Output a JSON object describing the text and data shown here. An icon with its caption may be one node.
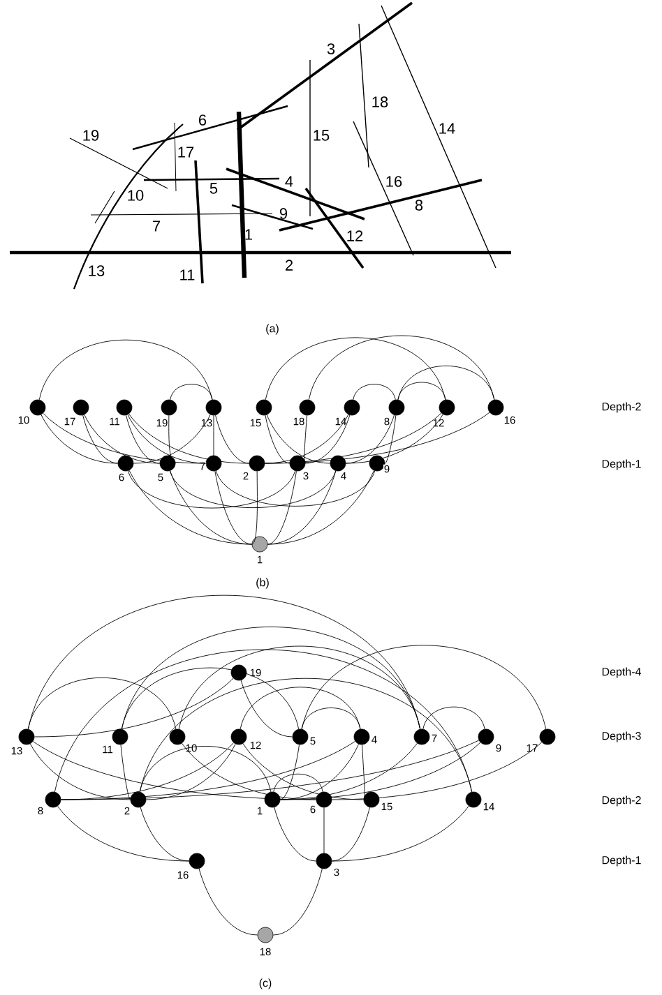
{
  "diagram": {
    "nodes": [
      {
        "text": [],
        "shape": "circle",
        "beside": [
          "10"
        ]
      },
      {
        "text": [],
        "shape": "circle",
        "beside": [
          "17"
        ]
      },
      {
        "text": [],
        "shape": "circle",
        "beside": [
          "11"
        ]
      },
      {
        "text": [],
        "shape": "circle",
        "beside": [
          "19"
        ]
      },
      {
        "text": [],
        "shape": "circle",
        "beside": [
          "13"
        ]
      },
      {
        "text": [],
        "shape": "circle",
        "beside": [
          "15"
        ]
      },
      {
        "text": [],
        "shape": "circle",
        "beside": [
          "18"
        ]
      },
      {
        "text": [],
        "shape": "circle",
        "beside": [
          "14"
        ]
      },
      {
        "text": [],
        "shape": "circle",
        "beside": [
          "8"
        ]
      },
      {
        "text": [],
        "shape": "circle",
        "beside": [
          "12"
        ]
      },
      {
        "text": [],
        "shape": "circle",
        "beside": [
          "16"
        ]
      },
      {
        "text": [],
        "shape": "circle",
        "beside": [
          "6"
        ]
      },
      {
        "text": [],
        "shape": "circle",
        "beside": [
          "5"
        ]
      },
      {
        "text": [],
        "shape": "circle",
        "beside": [
          "7"
        ]
      },
      {
        "text": [],
        "shape": "circle",
        "beside": [
          "2"
        ]
      },
      {
        "text": [],
        "shape": "circle",
        "beside": [
          "3"
        ]
      },
      {
        "text": [],
        "shape": "circle",
        "beside": [
          "4"
        ]
      },
      {
        "text": [],
        "shape": "circle",
        "beside": [
          "9"
        ]
      },
      {
        "text": [],
        "shape": "circle",
        "beside": [
          "1"
        ]
      },
      {
        "text": [],
        "shape": "circle",
        "beside": [
          "19"
        ]
      },
      {
        "text": [],
        "shape": "circle",
        "beside": [
          "13"
        ]
      },
      {
        "text": [],
        "shape": "circle",
        "beside": [
          "11"
        ]
      },
      {
        "text": [],
        "shape": "circle",
        "beside": [
          "10"
        ]
      },
      {
        "text": [],
        "shape": "circle",
        "beside": [
          "12"
        ]
      },
      {
        "text": [],
        "shape": "circle",
        "beside": [
          "5"
        ]
      },
      {
        "text": [],
        "shape": "circle",
        "beside": [
          "4"
        ]
      },
      {
        "text": [],
        "shape": "circle",
        "beside": [
          "7"
        ]
      },
      {
        "text": [],
        "shape": "circle",
        "beside": [
          "9"
        ]
      },
      {
        "text": [],
        "shape": "circle",
        "beside": [
          "17"
        ]
      },
      {
        "text": [],
        "shape": "circle",
        "beside": [
          "8"
        ]
      },
      {
        "text": [],
        "shape": "circle",
        "beside": [
          "2"
        ]
      },
      {
        "text": [],
        "shape": "circle",
        "beside": [
          "1"
        ]
      },
      {
        "text": [],
        "shape": "circle",
        "beside": [
          "6"
        ]
      },
      {
        "text": [],
        "shape": "circle",
        "beside": [
          "15"
        ]
      },
      {
        "text": [],
        "shape": "circle",
        "beside": [
          "14"
        ]
      },
      {
        "text": [],
        "shape": "circle",
        "beside": [
          "16"
        ]
      },
      {
        "text": [],
        "shape": "circle",
        "beside": [
          "3"
        ]
      },
      {
        "text": [],
        "shape": "circle",
        "beside": [
          "18"
        ]
      }
    ],
    "edges": [
      {
        "from": 18,
        "to": 14,
        "arrow": "none"
      },
      {
        "from": 18,
        "to": 15,
        "arrow": "none"
      },
      {
        "from": 18,
        "to": 16,
        "arrow": "none"
      },
      {
        "from": 18,
        "to": 12,
        "arrow": "none"
      },
      {
        "from": 18,
        "to": 11,
        "arrow": "none"
      },
      {
        "from": 18,
        "to": 13,
        "arrow": "none"
      },
      {
        "from": 18,
        "to": 17,
        "arrow": "none"
      },
      {
        "from": 14,
        "to": 4,
        "arrow": "none"
      },
      {
        "from": 14,
        "to": 2,
        "arrow": "none"
      },
      {
        "from": 14,
        "to": 9,
        "arrow": "none"
      },
      {
        "from": 14,
        "to": 10,
        "arrow": "none"
      },
      {
        "from": 14,
        "to": 7,
        "arrow": "none"
      },
      {
        "from": 15,
        "to": 11,
        "arrow": "none"
      },
      {
        "from": 15,
        "to": 5,
        "arrow": "none"
      },
      {
        "from": 15,
        "to": 6,
        "arrow": "none"
      },
      {
        "from": 15,
        "to": 7,
        "arrow": "none"
      },
      {
        "from": 16,
        "to": 12,
        "arrow": "none"
      },
      {
        "from": 16,
        "to": 5,
        "arrow": "none"
      },
      {
        "from": 16,
        "to": 9,
        "arrow": "none"
      },
      {
        "from": 16,
        "to": 8,
        "arrow": "none"
      },
      {
        "from": 12,
        "to": 1,
        "arrow": "none"
      },
      {
        "from": 12,
        "to": 2,
        "arrow": "none"
      },
      {
        "from": 12,
        "to": 3,
        "arrow": "none"
      },
      {
        "from": 11,
        "to": 0,
        "arrow": "none"
      },
      {
        "from": 11,
        "to": 1,
        "arrow": "none"
      },
      {
        "from": 11,
        "to": 4,
        "arrow": "none"
      },
      {
        "from": 13,
        "to": 4,
        "arrow": "none"
      },
      {
        "from": 13,
        "to": 2,
        "arrow": "none"
      },
      {
        "from": 13,
        "to": 17,
        "arrow": "none"
      },
      {
        "from": 13,
        "to": 0,
        "arrow": "none"
      },
      {
        "from": 8,
        "to": 9,
        "arrow": "none"
      },
      {
        "from": 8,
        "to": 10,
        "arrow": "none"
      },
      {
        "from": 8,
        "to": 7,
        "arrow": "none"
      },
      {
        "from": 8,
        "to": 17,
        "arrow": "none"
      },
      {
        "from": 9,
        "to": 5,
        "arrow": "none"
      },
      {
        "from": 4,
        "to": 0,
        "arrow": "none"
      },
      {
        "from": 4,
        "to": 3,
        "arrow": "none"
      },
      {
        "from": 10,
        "to": 6,
        "arrow": "none"
      },
      {
        "from": 31,
        "to": 30,
        "arrow": "none"
      },
      {
        "from": 31,
        "to": 36,
        "arrow": "none"
      },
      {
        "from": 31,
        "to": 25,
        "arrow": "none"
      },
      {
        "from": 31,
        "to": 24,
        "arrow": "none"
      },
      {
        "from": 31,
        "to": 32,
        "arrow": "none"
      },
      {
        "from": 31,
        "to": 26,
        "arrow": "none"
      },
      {
        "from": 31,
        "to": 27,
        "arrow": "none"
      },
      {
        "from": 30,
        "to": 20,
        "arrow": "none"
      },
      {
        "from": 30,
        "to": 21,
        "arrow": "none"
      },
      {
        "from": 30,
        "to": 23,
        "arrow": "none"
      },
      {
        "from": 30,
        "to": 35,
        "arrow": "none"
      },
      {
        "from": 30,
        "to": 34,
        "arrow": "none"
      },
      {
        "from": 36,
        "to": 32,
        "arrow": "none"
      },
      {
        "from": 36,
        "to": 33,
        "arrow": "none"
      },
      {
        "from": 36,
        "to": 37,
        "arrow": "none"
      },
      {
        "from": 36,
        "to": 34,
        "arrow": "none"
      },
      {
        "from": 25,
        "to": 24,
        "arrow": "none"
      },
      {
        "from": 25,
        "to": 33,
        "arrow": "none"
      },
      {
        "from": 25,
        "to": 23,
        "arrow": "none"
      },
      {
        "from": 25,
        "to": 29,
        "arrow": "none"
      },
      {
        "from": 24,
        "to": 28,
        "arrow": "none"
      },
      {
        "from": 24,
        "to": 21,
        "arrow": "none"
      },
      {
        "from": 24,
        "to": 19,
        "arrow": "none"
      },
      {
        "from": 32,
        "to": 22,
        "arrow": "none"
      },
      {
        "from": 32,
        "to": 28,
        "arrow": "none"
      },
      {
        "from": 32,
        "to": 20,
        "arrow": "none"
      },
      {
        "from": 26,
        "to": 20,
        "arrow": "none"
      },
      {
        "from": 26,
        "to": 21,
        "arrow": "none"
      },
      {
        "from": 26,
        "to": 27,
        "arrow": "none"
      },
      {
        "from": 26,
        "to": 22,
        "arrow": "none"
      },
      {
        "from": 29,
        "to": 23,
        "arrow": "none"
      },
      {
        "from": 29,
        "to": 35,
        "arrow": "none"
      },
      {
        "from": 29,
        "to": 34,
        "arrow": "none"
      },
      {
        "from": 29,
        "to": 27,
        "arrow": "none"
      },
      {
        "from": 23,
        "to": 33,
        "arrow": "none"
      },
      {
        "from": 20,
        "to": 22,
        "arrow": "none"
      },
      {
        "from": 20,
        "to": 19,
        "arrow": "none"
      },
      {
        "from": 35,
        "to": 37,
        "arrow": "none"
      }
    ],
    "labels": [
      "3",
      "18",
      "14",
      "6",
      "19",
      "15",
      "17",
      "4",
      "16",
      "5",
      "10",
      "8",
      "9",
      "7",
      "1",
      "12",
      "2",
      "13",
      "11",
      "(a)",
      "Depth-2",
      "Depth-1",
      "(b)",
      "Depth-4",
      "Depth-3",
      "Depth-2",
      "Depth-1",
      "(c)"
    ]
  }
}
